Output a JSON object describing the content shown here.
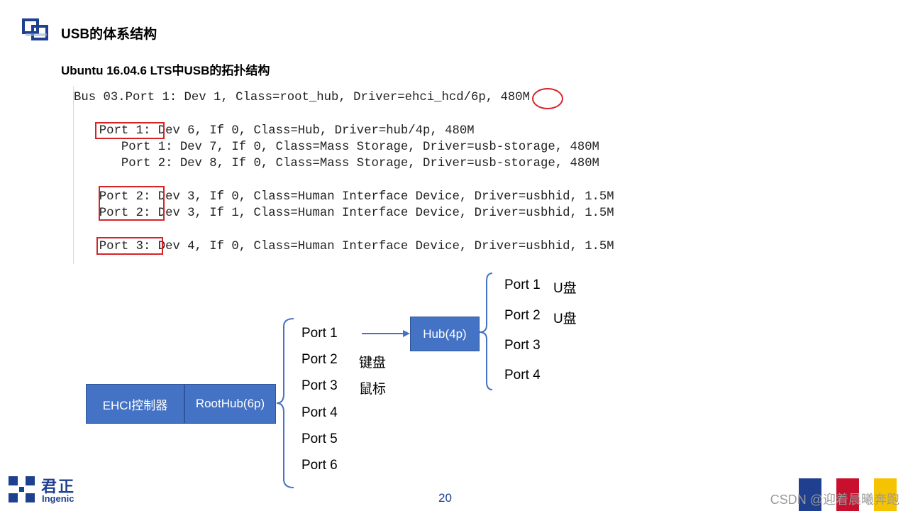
{
  "header": {
    "title": "USB的体系结构",
    "subtitle": "Ubuntu 16.04.6 LTS中USB的拓扑结构"
  },
  "code": {
    "lines": [
      "Bus 03.Port 1: Dev 1, Class=root_hub, Driver=ehci_hcd/6p, 480M",
      "  Port 1: Dev 6, If 0, Class=Hub, Driver=hub/4p, 480M",
      "     Port 1: Dev 7, If 0, Class=Mass Storage, Driver=usb-storage, 480M",
      "     Port 2: Dev 8, If 0, Class=Mass Storage, Driver=usb-storage, 480M",
      "  Port 2: Dev 3, If 0, Class=Human Interface Device, Driver=usbhid, 1.5M",
      "  Port 2: Dev 3, If 1, Class=Human Interface Device, Driver=usbhid, 1.5M",
      "  Port 3: Dev 4, If 0, Class=Human Interface Device, Driver=usbhid, 1.5M"
    ],
    "highlight_color": "#d4242a"
  },
  "diagram": {
    "controller": "EHCI控制器",
    "roothub": "RootHub(6p)",
    "hub": "Hub(4p)",
    "root_ports": [
      "Port 1",
      "Port 2",
      "Port 3",
      "Port 4",
      "Port 5",
      "Port 6"
    ],
    "root_devices": [
      "键盘",
      "鼠标"
    ],
    "hub_ports": [
      "Port 1",
      "Port 2",
      "Port 3",
      "Port 4"
    ],
    "hub_devices": [
      "U盘",
      "U盘"
    ],
    "node_color": "#4472c4",
    "line_color": "#4472c4"
  },
  "footer": {
    "logo_cn": "君正",
    "logo_en": "Ingenic",
    "page_number": "20",
    "watermark": "CSDN @迎着晨曦奔跑",
    "square_colors": [
      "#1f3f8f",
      "#c8102e",
      "#f5c400"
    ]
  }
}
